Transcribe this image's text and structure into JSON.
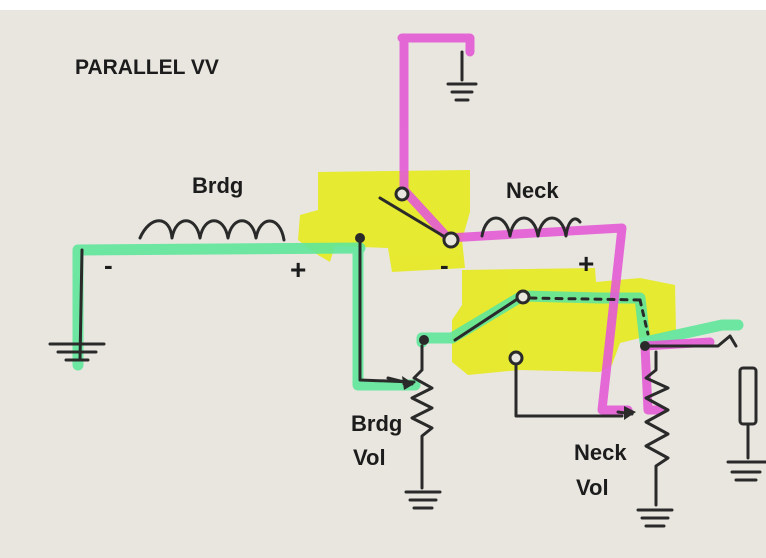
{
  "title": "PARALLEL VV",
  "labels": {
    "bridge_pickup": "Brdg",
    "neck_pickup": "Neck",
    "bridge_volume_line1": "Brdg",
    "bridge_volume_line2": "Vol",
    "neck_volume_line1": "Neck",
    "neck_volume_line2": "Vol"
  },
  "polarity": {
    "bridge_negative": "-",
    "bridge_positive": "+",
    "neck_negative": "-",
    "neck_positive": "+"
  },
  "colors": {
    "paper": "#e9e6df",
    "ink": "#2a2a2a",
    "highlight_yellow": "#e6ea1e",
    "highlight_green": "#5fe69a",
    "highlight_magenta": "#e35bd6"
  }
}
